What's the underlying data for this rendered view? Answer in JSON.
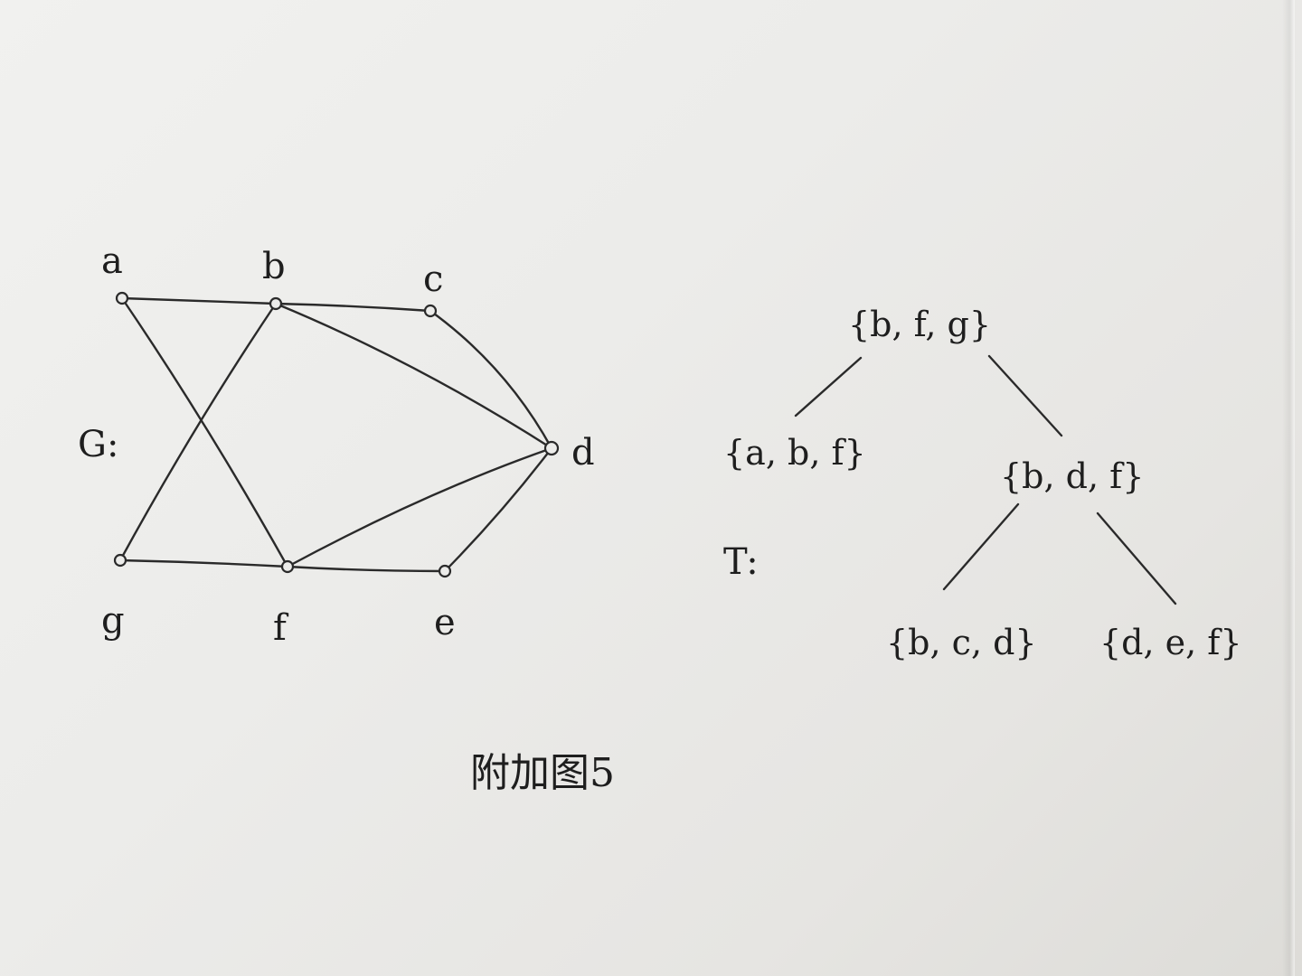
{
  "graph": {
    "name_label": "G:",
    "vertices": [
      {
        "id": "a",
        "label": "a"
      },
      {
        "id": "b",
        "label": "b"
      },
      {
        "id": "c",
        "label": "c"
      },
      {
        "id": "d",
        "label": "d"
      },
      {
        "id": "e",
        "label": "e"
      },
      {
        "id": "f",
        "label": "f"
      },
      {
        "id": "g",
        "label": "g"
      }
    ],
    "edges": [
      [
        "a",
        "b"
      ],
      [
        "b",
        "c"
      ],
      [
        "a",
        "f"
      ],
      [
        "b",
        "g"
      ],
      [
        "b",
        "d"
      ],
      [
        "c",
        "d"
      ],
      [
        "g",
        "f"
      ],
      [
        "f",
        "e"
      ],
      [
        "f",
        "d"
      ],
      [
        "e",
        "d"
      ]
    ]
  },
  "tree": {
    "name_label": "T:",
    "bags": [
      {
        "id": "root",
        "label": "{b, f, g}"
      },
      {
        "id": "abf",
        "label": "{a, b, f}"
      },
      {
        "id": "bdf",
        "label": "{b, d, f}"
      },
      {
        "id": "bcd",
        "label": "{b, c, d}"
      },
      {
        "id": "def",
        "label": "{d, e, f}"
      }
    ],
    "edges": [
      [
        "root",
        "abf"
      ],
      [
        "root",
        "bdf"
      ],
      [
        "bdf",
        "bcd"
      ],
      [
        "bdf",
        "def"
      ]
    ]
  },
  "caption": "附加图5"
}
